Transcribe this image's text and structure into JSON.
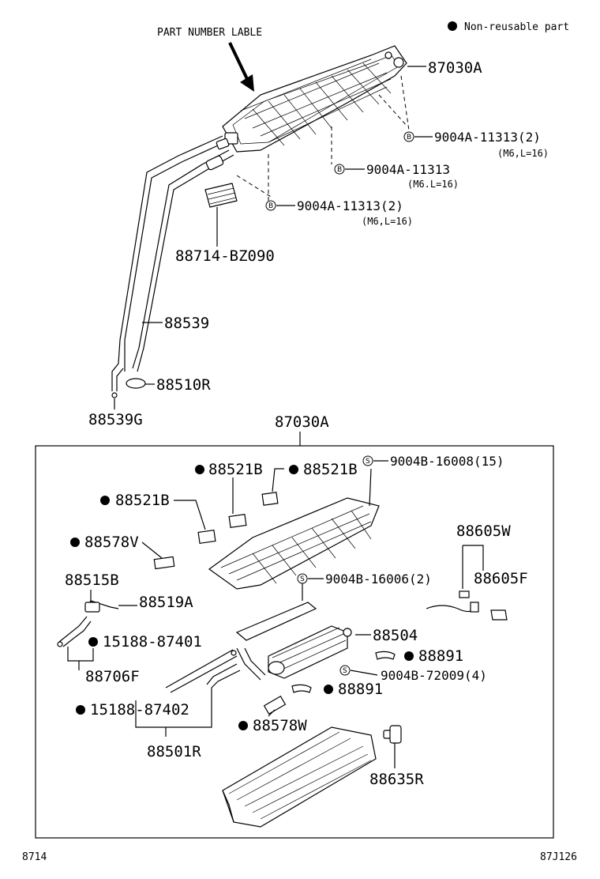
{
  "legend": {
    "symbol": "●",
    "text": "Non-reusable part"
  },
  "top_label": "PART NUMBER LABLE",
  "bolt_symbols": {
    "b": "B",
    "s": "S"
  },
  "upper_callouts": {
    "assembly_top": "87030A",
    "bolt_a": "9004A-11313(2)",
    "bolt_a_spec": "(M6,L=16)",
    "bolt_b": "9004A-11313",
    "bolt_b_spec": "(M6.L=16)",
    "bolt_c": "9004A-11313(2)",
    "bolt_c_spec": "(M6,L=16)",
    "label": "88714-BZ090",
    "tube": "88539",
    "grommet": "88510R",
    "oring": "88539G"
  },
  "box_title": "87030A",
  "lower_callouts": {
    "p88521b_1": "88521B",
    "p88521b_2": "88521B",
    "p88521b_3": "88521B",
    "screw_15": "9004B-16008(15)",
    "p88578v": "88578V",
    "screw_2": "9004B-16006(2)",
    "p88515b": "88515B",
    "p88519a": "88519A",
    "p15188_1": "15188-87401",
    "p88706f": "88706F",
    "p88605w": "88605W",
    "p88605f": "88605F",
    "p88504": "88504",
    "p88891_1": "88891",
    "screw_4": "9004B-72009(4)",
    "p88891_2": "88891",
    "p15188_2": "15188-87402",
    "p88501r": "88501R",
    "p88578w": "88578W",
    "p88635r": "88635R"
  },
  "footer": {
    "left": "8714",
    "right": "87J126"
  }
}
